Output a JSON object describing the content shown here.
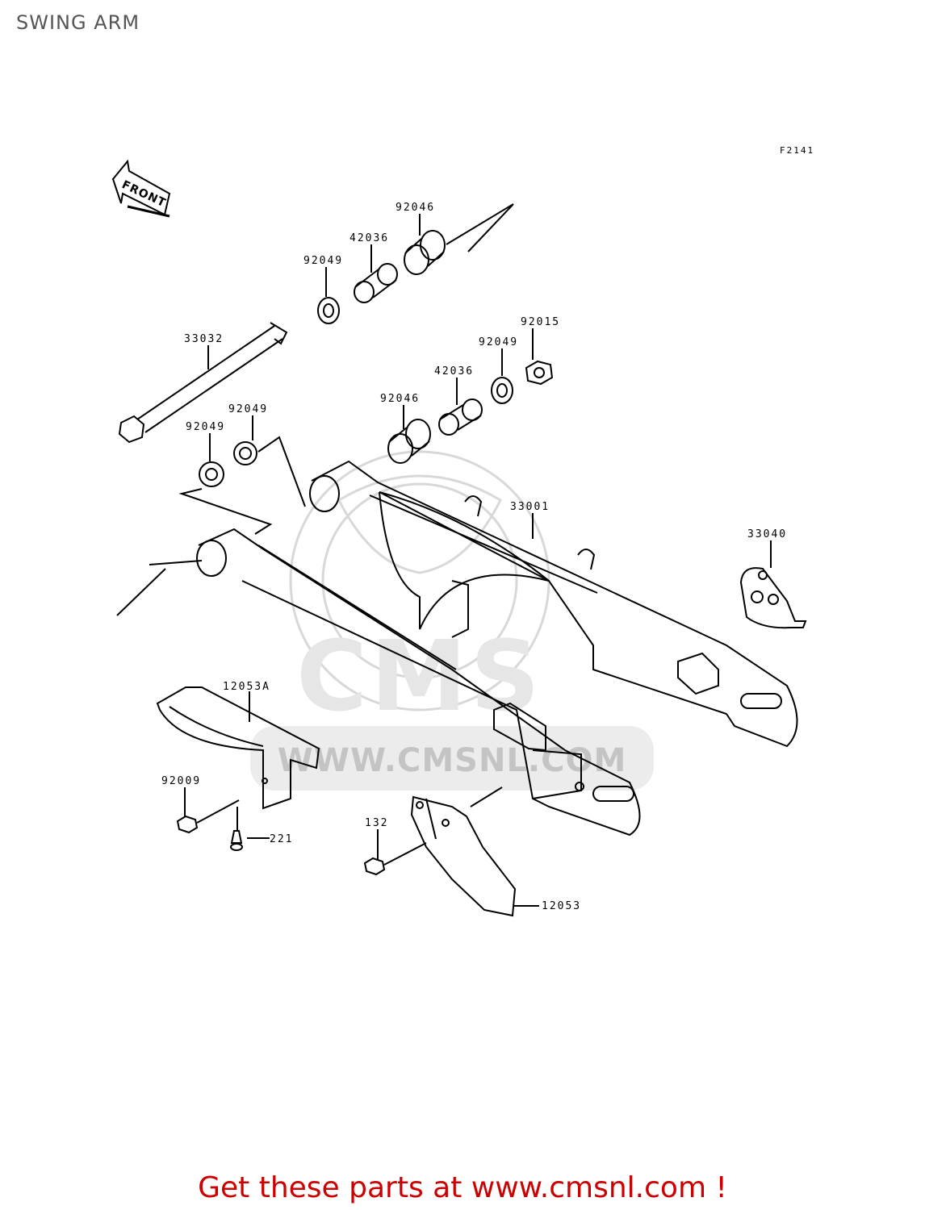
{
  "title": "SWING ARM",
  "figure_code": "F2141",
  "front_label": "FRONT",
  "watermark": {
    "brand": "CMS",
    "url": "WWW.CMSNL.COM"
  },
  "callouts": [
    "92046",
    "42036",
    "92049",
    "92015",
    "92049",
    "42036",
    "33032",
    "92046",
    "92049",
    "92049",
    "33001",
    "33040",
    "12053A",
    "92009",
    "221",
    "132",
    "12053"
  ],
  "promo": {
    "text": "Get these parts at www.cmsnl.com !",
    "color": "#cc0000"
  }
}
